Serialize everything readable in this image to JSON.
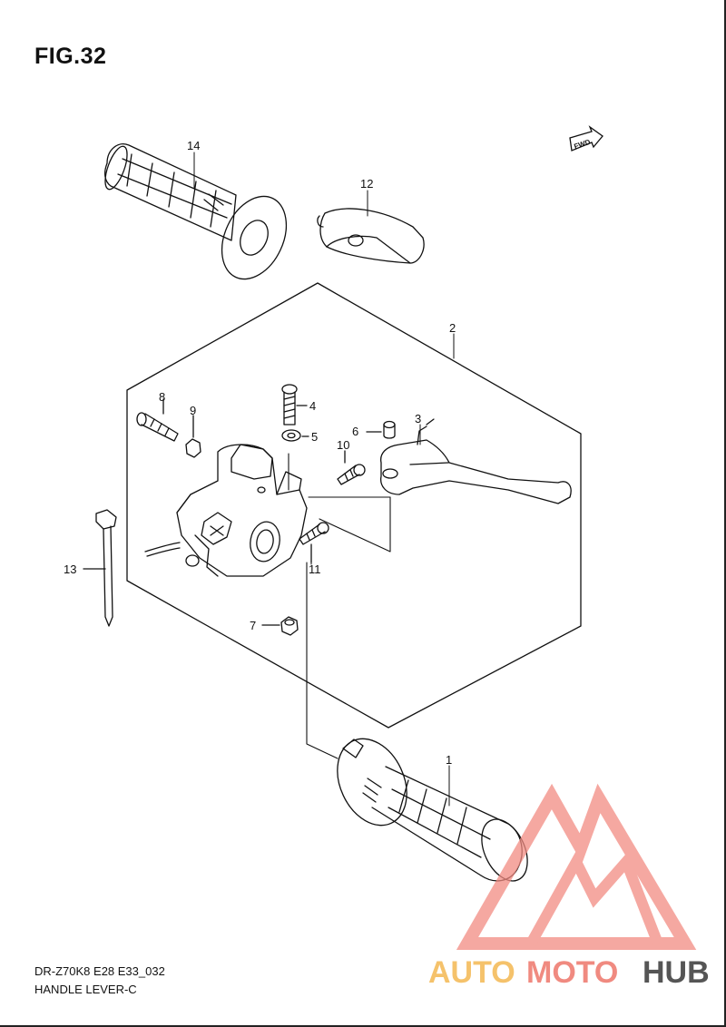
{
  "figure": {
    "title": "FIG.32",
    "model_code": "DR-Z70K8 E28 E33_032",
    "section_name": "HANDLE LEVER-C",
    "direction_badge": "FWD"
  },
  "callouts": [
    "1",
    "2",
    "3",
    "4",
    "5",
    "6",
    "7",
    "8",
    "9",
    "10",
    "11",
    "12",
    "13",
    "14"
  ],
  "watermark": {
    "text_part1": "AUTO",
    "text_part2": "MOTO",
    "text_part3": "HUB",
    "color_part1": "#f5c26b",
    "color_part2": "#f08a80",
    "color_part3": "#555555",
    "logo_color": "#f28b82"
  }
}
